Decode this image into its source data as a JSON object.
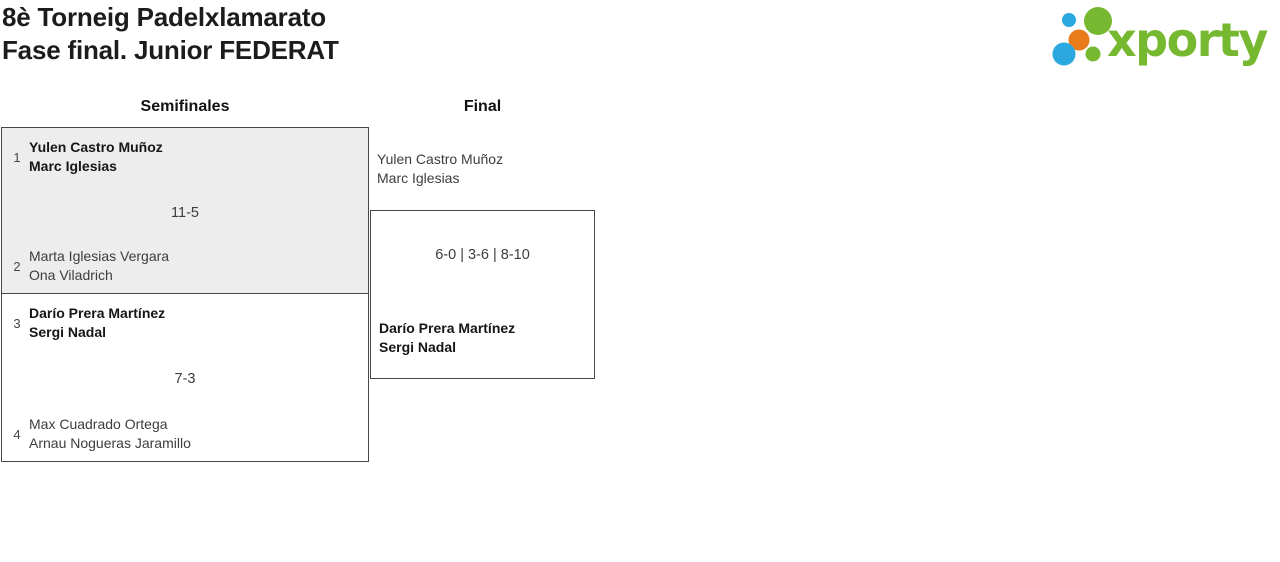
{
  "header": {
    "title_line1": "8è Torneig Padelxlamarato",
    "title_line2": "Fase final. Junior FEDERAT",
    "logo_text": "xporty"
  },
  "colors": {
    "brand_green": "#76b82f",
    "brand_blue": "#2aa9e0",
    "brand_orange": "#e87c1a",
    "match_alt_bg": "#ededed",
    "match_border": "#474747",
    "winner_text": "#161616",
    "regular_text": "#3d3d3d"
  },
  "bracket": {
    "rounds": [
      {
        "label": "Semifinales"
      },
      {
        "label": "Final"
      }
    ],
    "semifinals": [
      {
        "team1": {
          "seed": "1",
          "players": [
            "Yulen Castro Muñoz",
            "Marc Iglesias"
          ],
          "winner": true
        },
        "score": "11-5",
        "team2": {
          "seed": "2",
          "players": [
            "Marta Iglesias Vergara",
            "Ona Viladrich"
          ],
          "winner": false
        }
      },
      {
        "team1": {
          "seed": "3",
          "players": [
            "Darío Prera Martínez",
            "Sergi Nadal"
          ],
          "winner": true
        },
        "score": "7-3",
        "team2": {
          "seed": "4",
          "players": [
            "Max Cuadrado Ortega",
            "Arnau Nogueras Jaramillo"
          ],
          "winner": false
        }
      }
    ],
    "final": {
      "team1": {
        "players": [
          "Yulen Castro Muñoz",
          "Marc Iglesias"
        ],
        "winner": false
      },
      "score": "6-0 | 3-6 | 8-10",
      "team2": {
        "players": [
          "Darío Prera Martínez",
          "Sergi Nadal"
        ],
        "winner": true
      }
    }
  }
}
